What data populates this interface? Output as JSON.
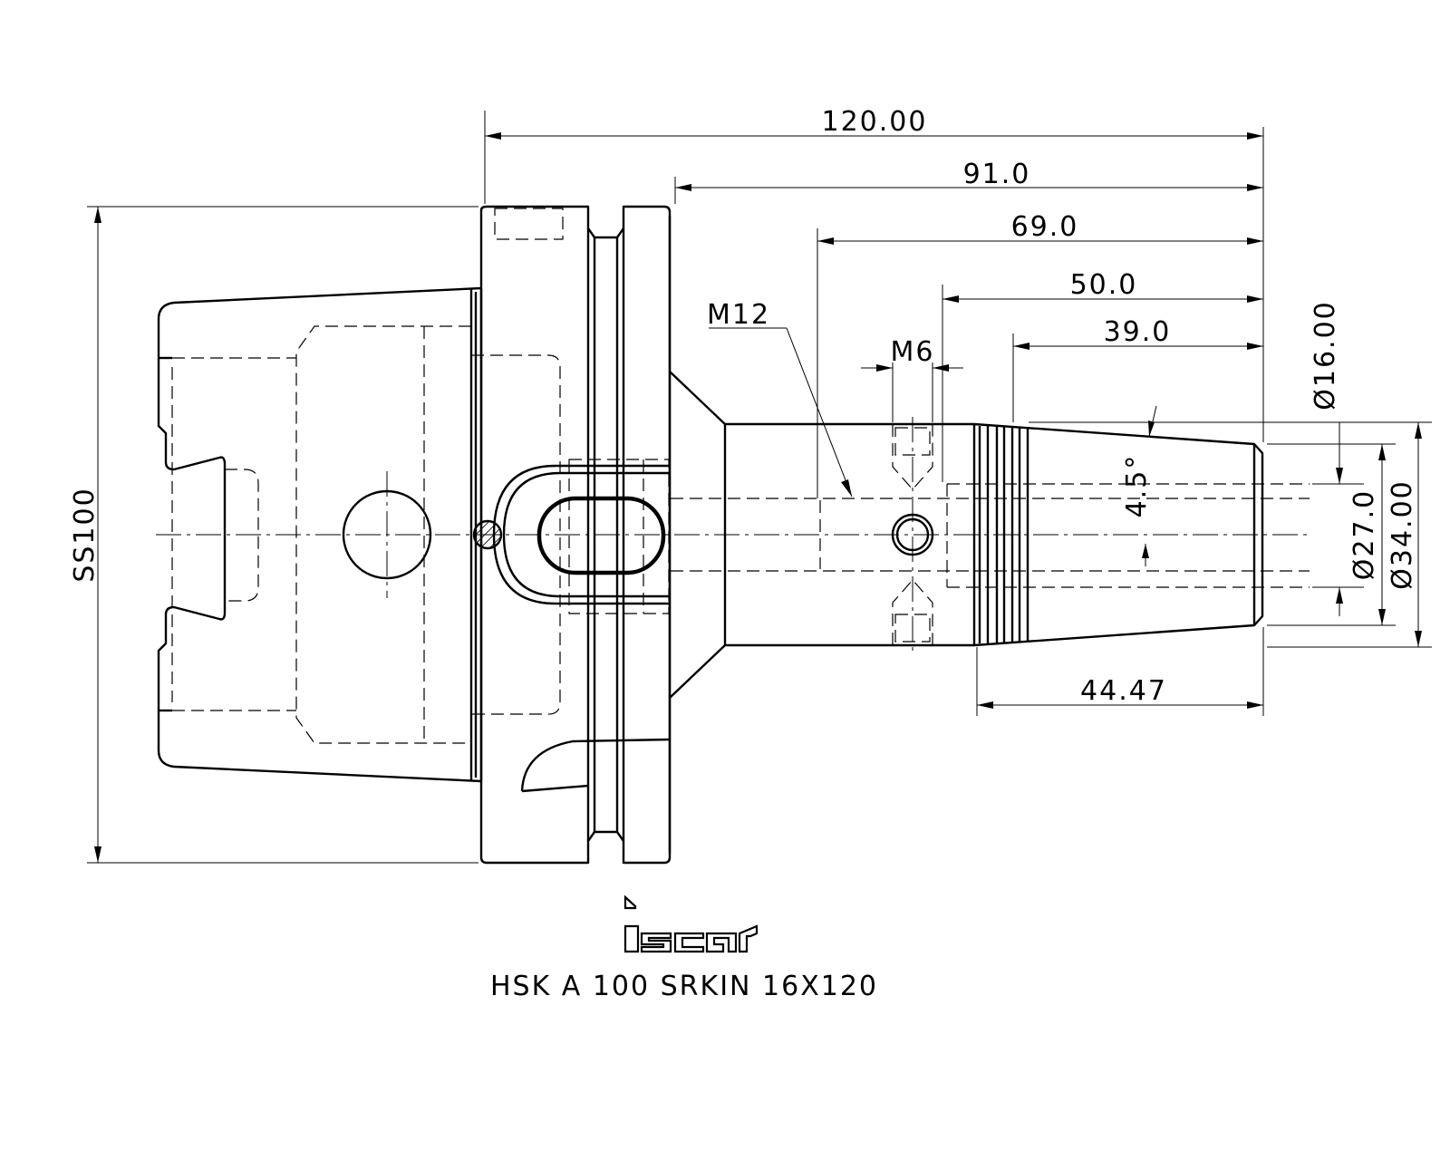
{
  "drawing": {
    "part_name": "HSK A 100 SRKIN 16X120",
    "logo_text": "iscar"
  },
  "dimensions": {
    "overall_length": "120.00",
    "length_91": "91.0",
    "length_69": "69.0",
    "length_50": "50.0",
    "length_39": "39.0",
    "taper_length": "44.47",
    "shank_size": "SS100",
    "bore_diameter": "Ø16.00",
    "nose_diameter": "Ø27.0",
    "body_diameter": "Ø34.00",
    "taper_angle": "4.5°",
    "thread_large": "M12",
    "thread_small": "M6"
  }
}
